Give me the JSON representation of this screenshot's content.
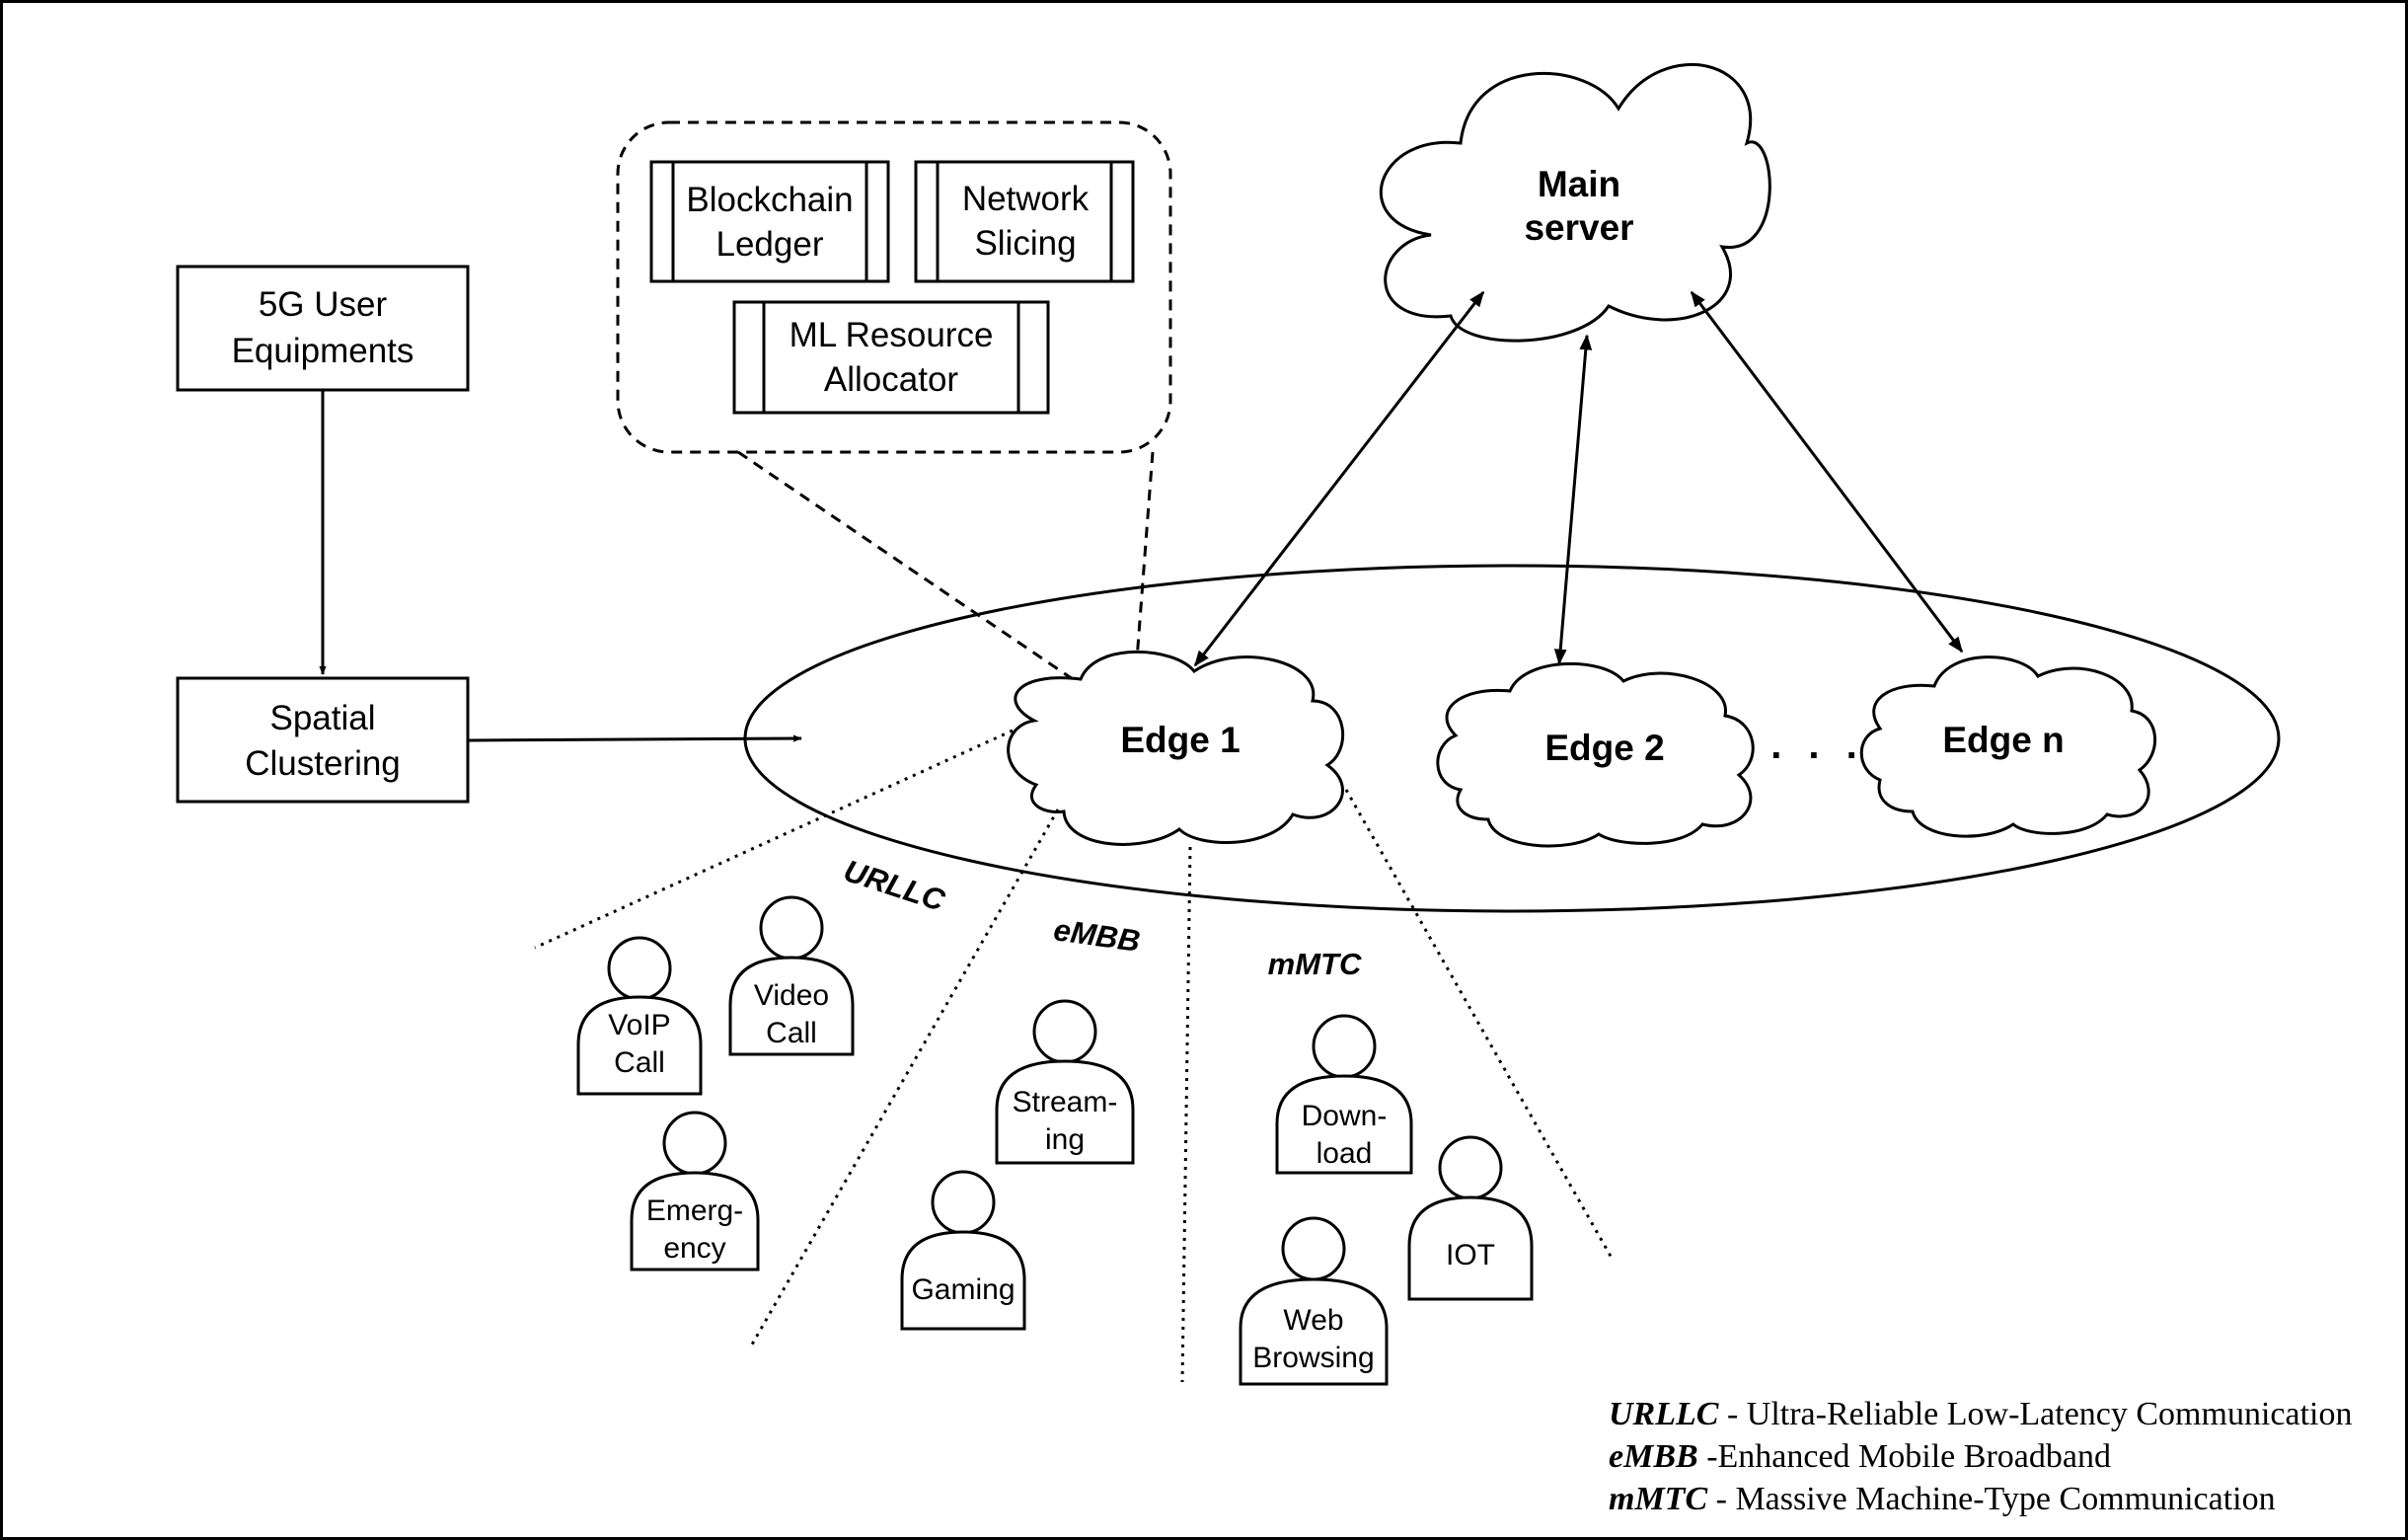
{
  "boxes": {
    "ue": [
      "5G User",
      "Equipments"
    ],
    "clustering": [
      "Spatial",
      "Clustering"
    ]
  },
  "modules": {
    "blockchain": [
      "Blockchain",
      "Ledger"
    ],
    "slicing": [
      "Network",
      "Slicing"
    ],
    "ml": [
      "ML Resource",
      "Allocator"
    ]
  },
  "servers": {
    "main": [
      "Main",
      "server"
    ],
    "edge1": "Edge 1",
    "edge2": "Edge 2",
    "edgen": "Edge n",
    "ellipsis": ". . ."
  },
  "slices": {
    "urllc": "URLLC",
    "embb": "eMBB",
    "mmtc": "mMTC"
  },
  "users": {
    "voip": [
      "VoIP",
      "Call"
    ],
    "video": [
      "Video",
      "Call"
    ],
    "emergency": [
      "Emerg-",
      "ency"
    ],
    "streaming": [
      "Stream-",
      "ing"
    ],
    "gaming": [
      "Gaming"
    ],
    "download": [
      "Down-",
      "load"
    ],
    "iot": [
      "IOT"
    ],
    "web": [
      "Web",
      "Browsing"
    ]
  },
  "legend": [
    {
      "abbr": "URLLC",
      "desc": " - Ultra-Reliable Low-Latency Communication"
    },
    {
      "abbr": "eMBB",
      "desc": " -Enhanced Mobile Broadband"
    },
    {
      "abbr": "mMTC",
      "desc": " - Massive Machine-Type Communication"
    }
  ]
}
